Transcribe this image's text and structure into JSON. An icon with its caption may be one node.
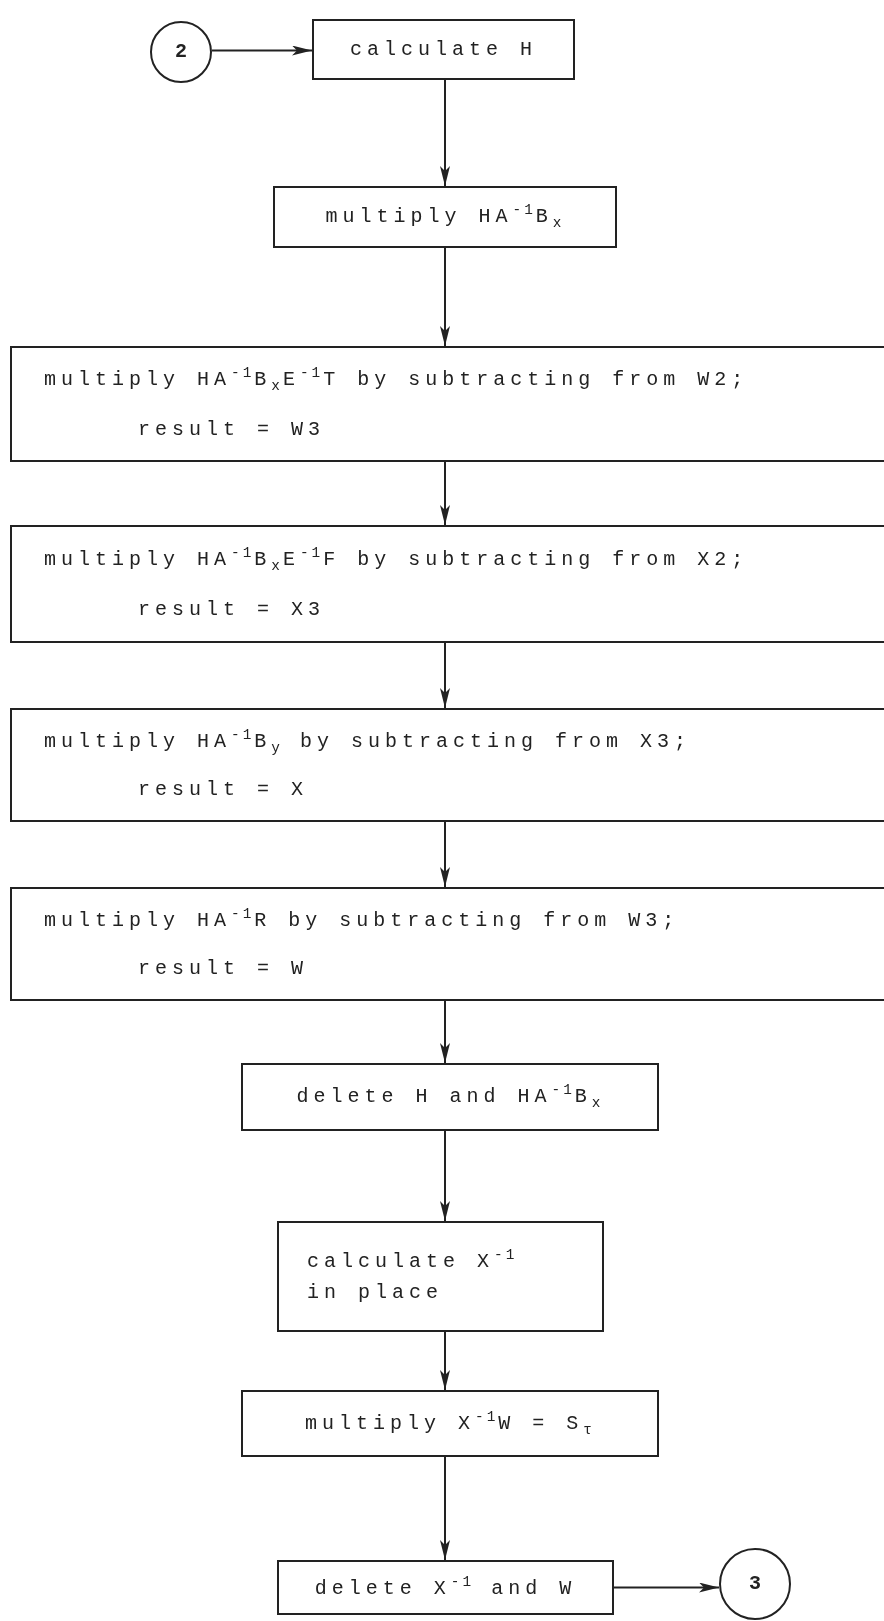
{
  "diagram": {
    "nodes": [
      {
        "text": [
          "2"
        ]
      },
      {
        "text": [
          "calculate H"
        ]
      },
      {
        "text": [
          "multiply HA$^{-1}$B$_{x}$"
        ]
      },
      {
        "text": [
          "multiply HA$^{-1}$B$_{x}$E$^{-1}$T by subtracting from W2;",
          "result = W3"
        ]
      },
      {
        "text": [
          "multiply HA$^{-1}$B$_{x}$E$^{-1}$F by subtracting from X2;",
          "result = X3"
        ]
      },
      {
        "text": [
          "multiply HA$^{-1}$B$_{y}$ by subtracting from X3;",
          "result = X"
        ]
      },
      {
        "text": [
          "multiply HA$^{-1}$R by subtracting from W3;",
          "result = W"
        ]
      },
      {
        "text": [
          "delete H and HA$^{-1}$B$_{x}$"
        ]
      },
      {
        "text": [
          "calculate X$^{-1}$",
          "in place"
        ]
      },
      {
        "text": [
          "multiply X$^{-1}$W = S$_{τ}$"
        ]
      },
      {
        "text": [
          "delete X$^{-1}$ and W"
        ]
      },
      {
        "text": [
          "3"
        ]
      }
    ],
    "edges": [
      {
        "from": 0,
        "to": 1,
        "arrow": "to"
      },
      {
        "from": 1,
        "to": 2,
        "arrow": "to"
      },
      {
        "from": 2,
        "to": 3,
        "arrow": "to"
      },
      {
        "from": 3,
        "to": 4,
        "arrow": "to"
      },
      {
        "from": 4,
        "to": 5,
        "arrow": "to"
      },
      {
        "from": 5,
        "to": 6,
        "arrow": "to"
      },
      {
        "from": 6,
        "to": 7,
        "arrow": "to"
      },
      {
        "from": 7,
        "to": 8,
        "arrow": "to"
      },
      {
        "from": 8,
        "to": 9,
        "arrow": "to"
      },
      {
        "from": 9,
        "to": 10,
        "arrow": "to"
      },
      {
        "from": 10,
        "to": 11,
        "arrow": "to"
      }
    ]
  }
}
